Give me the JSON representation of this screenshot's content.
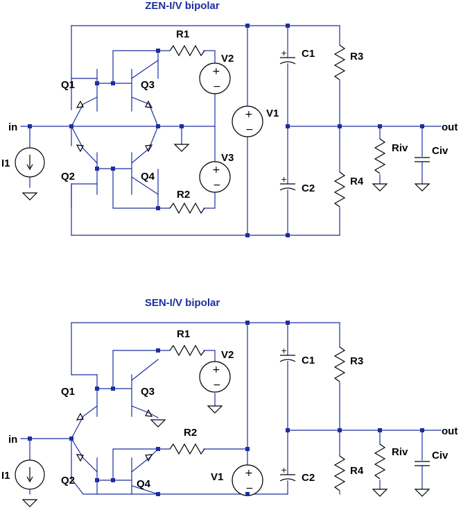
{
  "top": {
    "title": "ZEN-I/V bipolar",
    "labels": {
      "in": "in",
      "out": "out",
      "I1": "I1",
      "Q1": "Q1",
      "Q2": "Q2",
      "Q3": "Q3",
      "Q4": "Q4",
      "R1": "R1",
      "R2": "R2",
      "R3": "R3",
      "R4": "R4",
      "V1": "V1",
      "V2": "V2",
      "V3": "V3",
      "C1": "C1",
      "C2": "C2",
      "Riv": "Riv",
      "Civ": "Civ"
    }
  },
  "bottom": {
    "title": "SEN-I/V bipolar",
    "labels": {
      "in": "in",
      "out": "out",
      "I1": "I1",
      "Q1": "Q1",
      "Q2": "Q2",
      "Q3": "Q3",
      "Q4": "Q4",
      "R1": "R1",
      "R2": "R2",
      "R3": "R3",
      "R4": "R4",
      "V1": "V1",
      "V2": "V2",
      "C1": "C1",
      "C2": "C2",
      "Riv": "Riv",
      "Civ": "Civ"
    }
  },
  "colors": {
    "wire": "#1c2ea0",
    "component": "#000000",
    "title": "#1c2ea0"
  }
}
